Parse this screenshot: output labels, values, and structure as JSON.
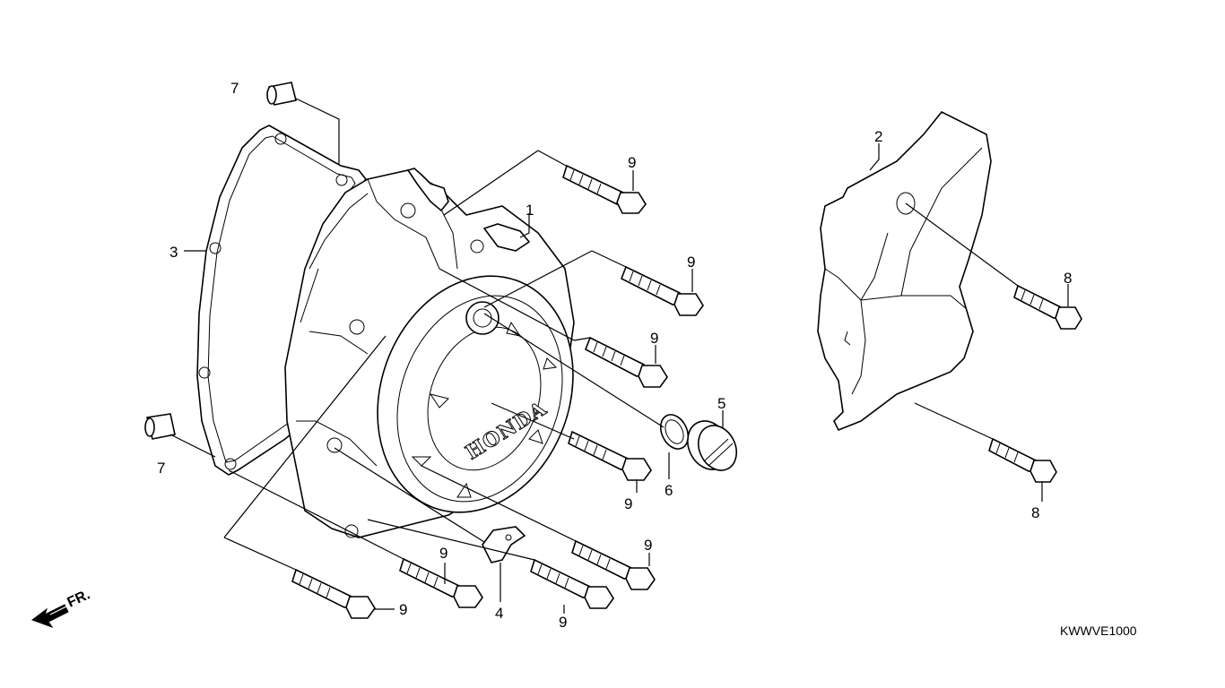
{
  "diagram": {
    "brand_text": "HONDA",
    "drawing_code": "KWWVE1000",
    "direction_label": "FR.",
    "callouts": {
      "c1": "1",
      "c2": "2",
      "c3": "3",
      "c4": "4",
      "c5": "5",
      "c6": "6",
      "c7a": "7",
      "c7b": "7",
      "c8a": "8",
      "c8b": "8",
      "c9a": "9",
      "c9b": "9",
      "c9c": "9",
      "c9d": "9",
      "c9e": "9",
      "c9f": "9",
      "c9g": "9",
      "c9h": "9"
    }
  }
}
